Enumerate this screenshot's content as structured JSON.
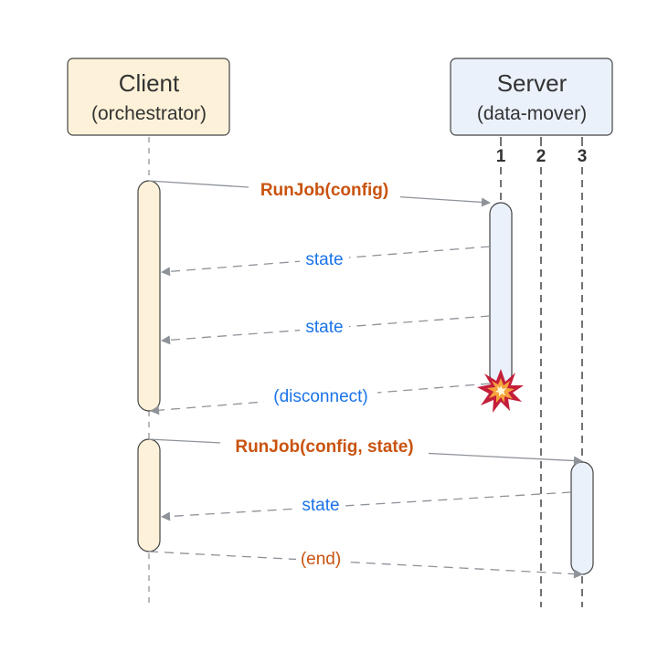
{
  "participants": {
    "client": {
      "title": "Client",
      "subtitle": "(orchestrator)",
      "fill": "#fdf2d9"
    },
    "server": {
      "title": "Server",
      "subtitle": "(data-mover)",
      "fill": "#eaf1fb",
      "instances": [
        "1",
        "2",
        "3"
      ]
    }
  },
  "messages": [
    {
      "label": "RunJob(config)",
      "from": "client",
      "to": "server-1",
      "style": "solid",
      "color": "#c9530f"
    },
    {
      "label": "state",
      "from": "server-1",
      "to": "client",
      "style": "dashed",
      "color": "#1a73e8"
    },
    {
      "label": "state",
      "from": "server-1",
      "to": "client",
      "style": "dashed",
      "color": "#1a73e8"
    },
    {
      "label": "(disconnect)",
      "from": "server-1",
      "to": "client",
      "style": "dashed",
      "color": "#1a73e8"
    },
    {
      "label": "RunJob(config, state)",
      "from": "client",
      "to": "server-3",
      "style": "solid",
      "color": "#c9530f"
    },
    {
      "label": "state",
      "from": "server-3",
      "to": "client",
      "style": "dashed",
      "color": "#1a73e8"
    },
    {
      "label": "(end)",
      "from": "client",
      "to": "server-3",
      "style": "dashed",
      "color": "#c9530f"
    }
  ],
  "events": {
    "crash_icon": "explosion-icon"
  }
}
